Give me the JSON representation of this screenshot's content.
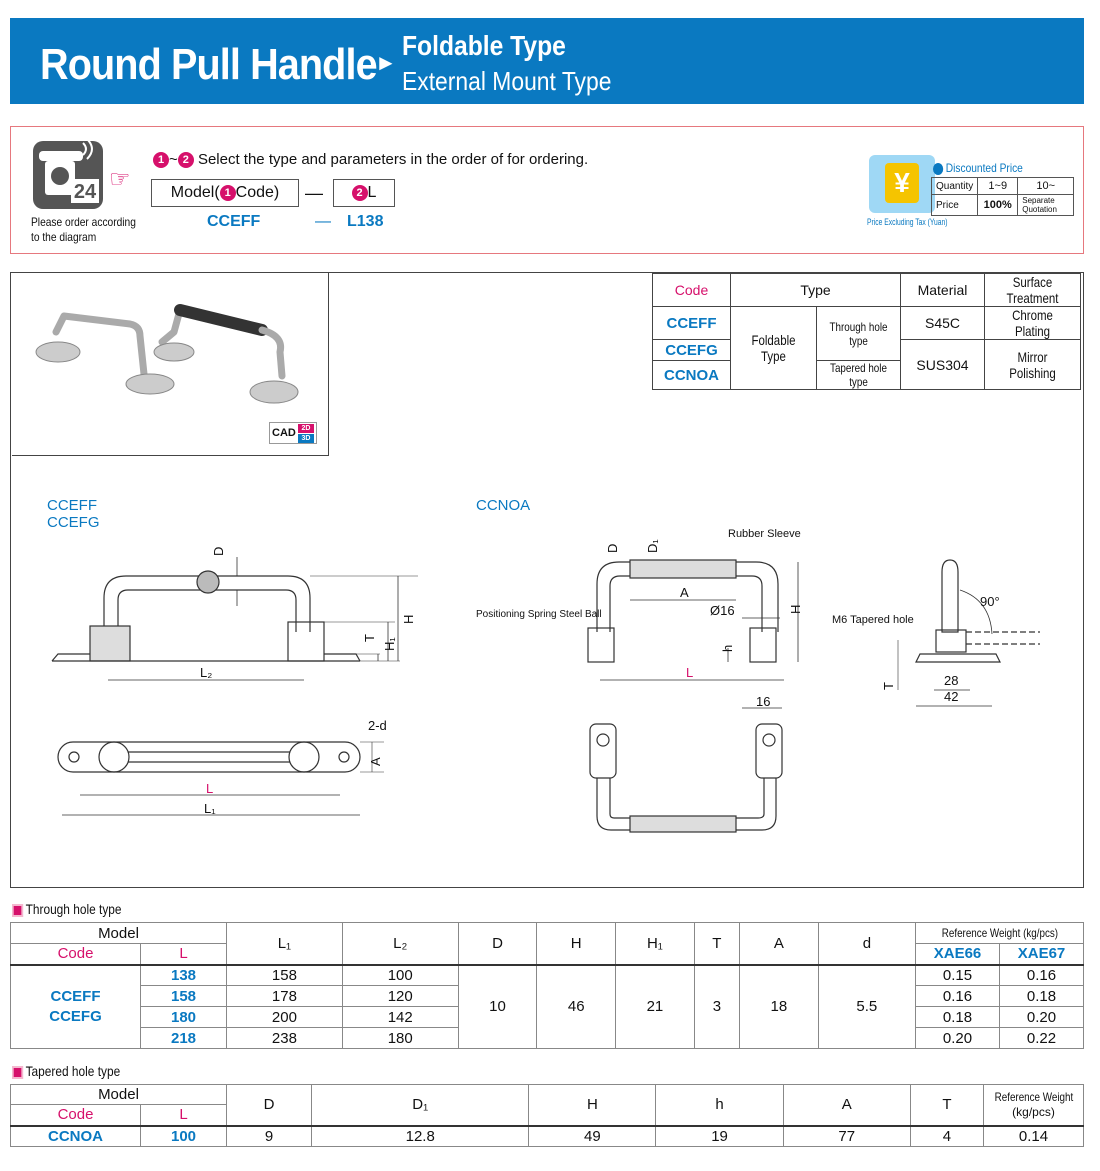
{
  "header": {
    "title": "Round Pull Handle",
    "arrow": "►",
    "subtitle1": "Foldable Type",
    "subtitle2": "External Mount Type"
  },
  "order": {
    "phone_label": "24",
    "note_line1": "Please order according",
    "note_line2": "to the diagram",
    "step1": "1",
    "tilde": "~",
    "step2": "2",
    "instruction": "Select the type and parameters in the order of for ordering.",
    "model_prefix": "Model(",
    "model_suffix": "Code)",
    "dash": "—",
    "l_label": "L",
    "example_code": "CCEFF",
    "example_dash": "—",
    "example_l": "L138"
  },
  "price": {
    "symbol": "¥",
    "caption": "Price Excluding Tax (Yuan)",
    "title": "Discounted Price",
    "qty_label": "Quantity",
    "qty1": "1~9",
    "qty2": "10~",
    "price_label": "Price",
    "price1": "100%",
    "price2": "Separate Quotation"
  },
  "type_table": {
    "headers": [
      "Code",
      "Type",
      "Material",
      "Surface Treatment"
    ],
    "codes": [
      "CCEFF",
      "CCEFG",
      "CCNOA"
    ],
    "type": "Foldable Type",
    "subtype1": "Through hole type",
    "subtype2": "Tapered hole type",
    "material1": "S45C",
    "material2": "SUS304",
    "surface1": "Chrome Plating",
    "surface2": "Mirror Polishing"
  },
  "cad": {
    "label": "CAD",
    "d2": "2D",
    "d3": "3D"
  },
  "drawings": {
    "left_label1": "CCEFF",
    "left_label2": "CCEFG",
    "right_label": "CCNOA",
    "dims_left": {
      "D": "D",
      "H": "H",
      "H1": "H₁",
      "T": "T",
      "L2": "L₂",
      "d": "2-d",
      "A": "A",
      "L": "L",
      "L1": "L₁"
    },
    "dims_right": {
      "D": "D",
      "D1": "D₁",
      "rubber": "Rubber Sleeve",
      "A": "A",
      "phi": "Ø16",
      "H": "H",
      "spring": "Positioning Spring Steel Ball",
      "h": "h",
      "L": "L",
      "tapered": "M6 Tapered hole",
      "deg": "90°",
      "T": "T",
      "w28": "28",
      "w42": "42",
      "w16": "16"
    }
  },
  "through": {
    "title": "Through hole type",
    "model": "Model",
    "code": "Code",
    "l": "L",
    "cols": [
      "L₁",
      "L₂",
      "D",
      "H",
      "H₁",
      "T",
      "A",
      "d"
    ],
    "weight_title": "Reference Weight (kg/pcs)",
    "weight_cols": [
      "XAE66",
      "XAE67"
    ],
    "codes": [
      "CCEFF",
      "CCEFG"
    ],
    "rows": [
      {
        "L": "138",
        "L1": "158",
        "L2": "100",
        "w1": "0.15",
        "w2": "0.16"
      },
      {
        "L": "158",
        "L1": "178",
        "L2": "120",
        "w1": "0.16",
        "w2": "0.18"
      },
      {
        "L": "180",
        "L1": "200",
        "L2": "142",
        "w1": "0.18",
        "w2": "0.20"
      },
      {
        "L": "218",
        "L1": "238",
        "L2": "180",
        "w1": "0.20",
        "w2": "0.22"
      }
    ],
    "common": {
      "D": "10",
      "H": "46",
      "H1": "21",
      "T": "3",
      "A": "18",
      "d": "5.5"
    }
  },
  "tapered": {
    "title": "Tapered hole type",
    "model": "Model",
    "code": "Code",
    "l": "L",
    "cols": [
      "D",
      "D₁",
      "H",
      "h",
      "A",
      "T"
    ],
    "weight_title1": "Reference Weight",
    "weight_title2": "(kg/pcs)",
    "row": {
      "code": "CCNOA",
      "L": "100",
      "D": "9",
      "D1": "12.8",
      "H": "49",
      "h": "19",
      "A": "77",
      "T": "4",
      "w": "0.14"
    }
  }
}
